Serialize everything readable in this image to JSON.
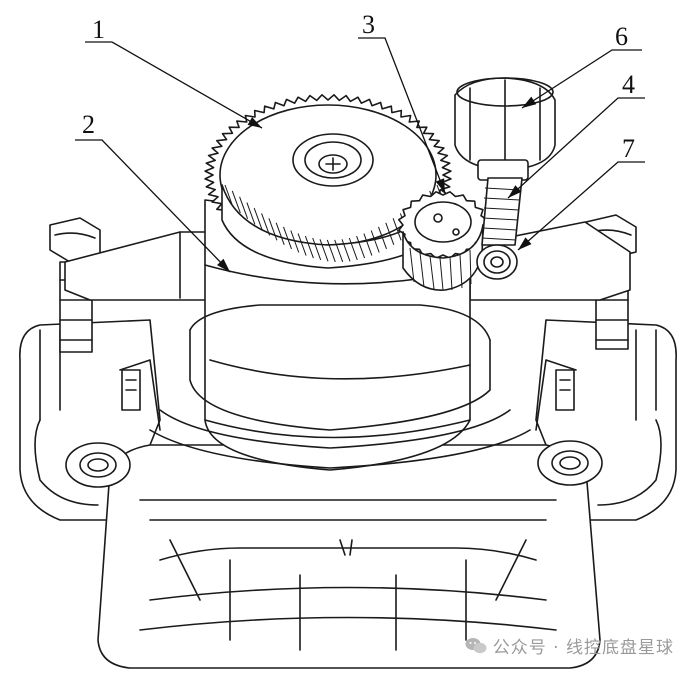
{
  "callouts": [
    {
      "id": "1",
      "text": "1"
    },
    {
      "id": "2",
      "text": "2"
    },
    {
      "id": "3",
      "text": "3"
    },
    {
      "id": "4",
      "text": "4"
    },
    {
      "id": "6",
      "text": "6"
    },
    {
      "id": "7",
      "text": "7"
    }
  ],
  "watermark": {
    "text": "公众号 · 线控底盘星球",
    "icon": "wechat-icon"
  }
}
